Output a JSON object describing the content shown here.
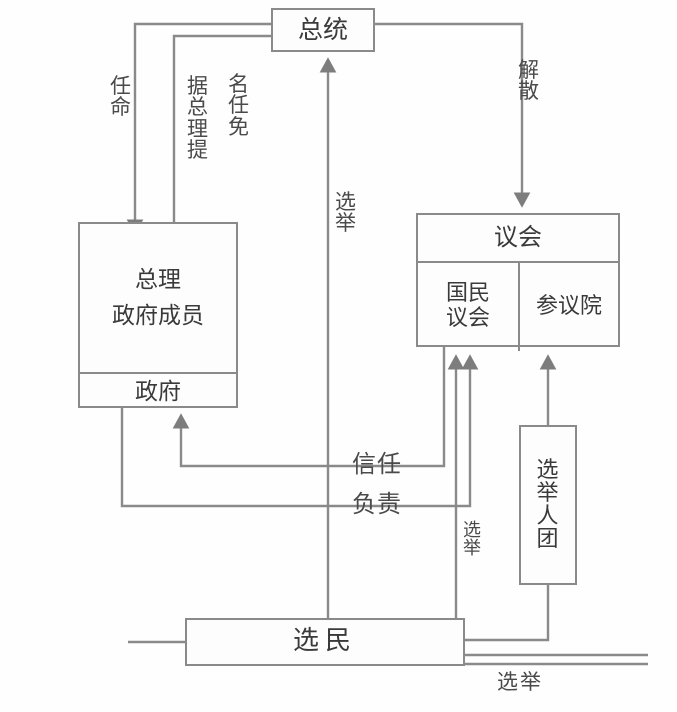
{
  "diagram": {
    "title": "French Semi-Presidential System Chart",
    "language": "zh",
    "stroke_color": "#8a8a8a",
    "text_color": "#3a3a3a",
    "background": "#fefefe",
    "nodes": {
      "president": {
        "label": "总统"
      },
      "government": {
        "premier": "总理",
        "members": "政府成员",
        "government": "政府"
      },
      "parliament": {
        "label": "议会",
        "national_assembly": "国民\n议会",
        "national_assembly_line1": "国民",
        "national_assembly_line2": "议会",
        "senate": "参议院"
      },
      "electoral_college": {
        "label": "选举人团"
      },
      "voters": {
        "label": "选民"
      }
    },
    "edge_labels": {
      "appoint": "任命",
      "nominate_by_premier": "据总理提",
      "appoint_dismiss": "名任免",
      "elect_president": "选举",
      "dissolve": "解散",
      "trust": "信任",
      "responsible": "负责",
      "elect_assembly": "选举",
      "elect_college": "选举"
    }
  }
}
